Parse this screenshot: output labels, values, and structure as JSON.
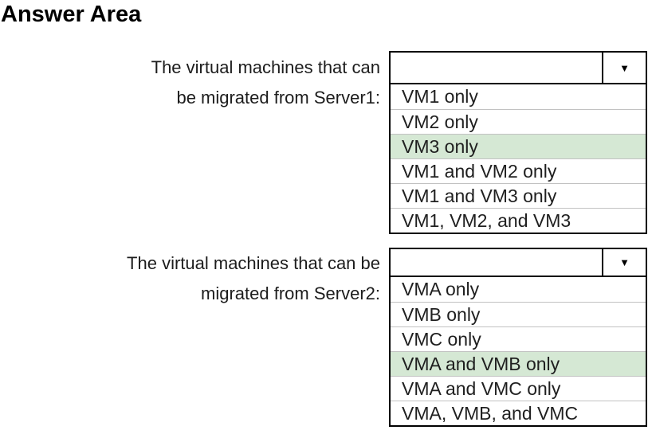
{
  "title": "Answer Area",
  "colors": {
    "highlight_green": "#d5e8d4",
    "box_border": "#000000",
    "row_divider": "#c2c2c2",
    "text": "#1f1f1f"
  },
  "dropdown_arrow_icon": "▼",
  "questions": [
    {
      "label_line1": "The virtual machines that can",
      "label_line2": "be migrated from Server1:",
      "selected_value": "",
      "options": [
        {
          "label": "VM1 only",
          "highlighted": false
        },
        {
          "label": "VM2 only",
          "highlighted": false
        },
        {
          "label": "VM3 only",
          "highlighted": true
        },
        {
          "label": "VM1 and VM2 only",
          "highlighted": false
        },
        {
          "label": "VM1 and VM3 only",
          "highlighted": false
        },
        {
          "label": "VM1, VM2, and VM3",
          "highlighted": false
        }
      ]
    },
    {
      "label_line1": "The virtual machines that can be",
      "label_line2": "migrated from Server2:",
      "selected_value": "",
      "options": [
        {
          "label": "VMA only",
          "highlighted": false
        },
        {
          "label": "VMB only",
          "highlighted": false
        },
        {
          "label": "VMC only",
          "highlighted": false
        },
        {
          "label": "VMA and VMB only",
          "highlighted": true
        },
        {
          "label": "VMA and VMC only",
          "highlighted": false
        },
        {
          "label": "VMA, VMB, and VMC",
          "highlighted": false
        }
      ]
    }
  ]
}
